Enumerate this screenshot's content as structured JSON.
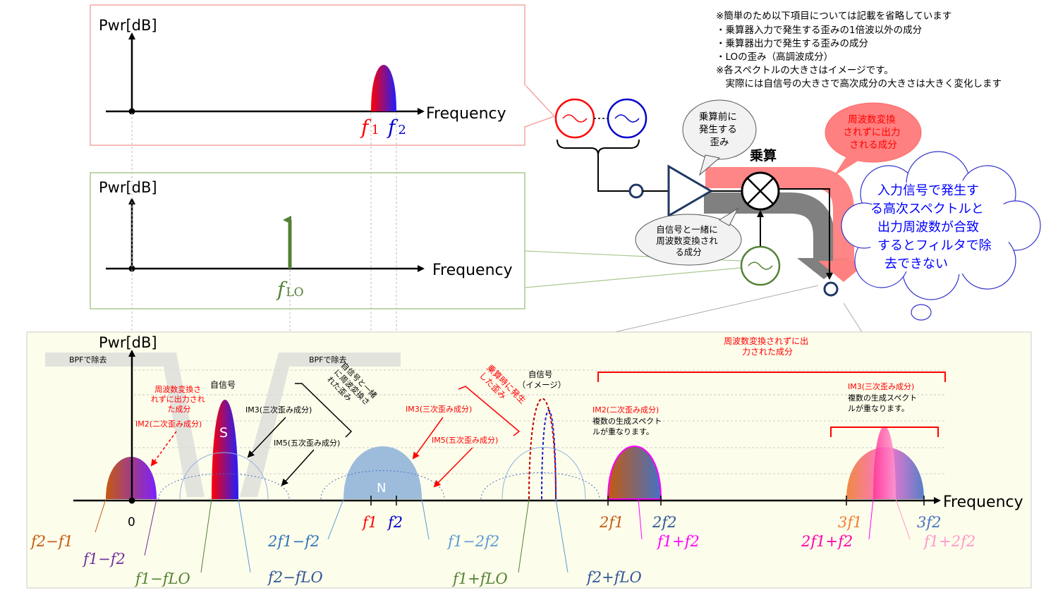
{
  "notes": {
    "lines": [
      "※簡単のため以下項目については記載を省略しています",
      "・乗算器入力で発生する歪みの1倍波以外の成分",
      "・乗算器出力で発生する歪みの成分",
      "・LOの歪み（高調波成分）",
      "※各スペクトルの大きさはイメージです。",
      "　実際には自信号の大きさで高次成分の大きさは大きく変化します"
    ]
  },
  "top_plot": {
    "ylabel": "Pwr[dB]",
    "xlabel": "Frequency",
    "f1": "f",
    "f1_sub": "1",
    "f2": "f",
    "f2_sub": "2"
  },
  "lo_plot": {
    "ylabel": "Pwr[dB]",
    "xlabel": "Frequency",
    "flo": "f",
    "flo_sub": "LO"
  },
  "block": {
    "bubble_pre": [
      "乗算前に",
      "発生する",
      "歪み"
    ],
    "bubble_unconverted": [
      "周波数変換",
      "されずに出力",
      "される成分"
    ],
    "mult_label": "乗算",
    "bubble_converted": [
      "自信号と一緒に",
      "周波数変換され",
      "る成分"
    ],
    "cloud": [
      "入力信号で発生す",
      "る高次スペクトルと",
      "出力周波数が合致",
      "するとフィルタで除",
      "去できない"
    ]
  },
  "bottom_plot": {
    "ylabel": "Pwr[dB]",
    "xlabel": "Frequency",
    "zero": "0",
    "bpf_left": "BPFで除去",
    "bpf_right": "BPFで除去",
    "label_self_signal": "自信号",
    "label_S": "S",
    "label_N": "N",
    "label_image": [
      "自信号",
      "（イメージ）"
    ],
    "label_unconv_im2_small": [
      "周波数変換さ",
      "れずに出力され",
      "た成分"
    ],
    "label_im2_small": "IM2(二次歪み成分)",
    "label_im3_black": "IM3(三次歪み成分)",
    "label_im5_black": "IM5(五次歪み成分)",
    "label_conv_black": [
      "自信号と一緒",
      "に周波変換さ",
      "れた歪み"
    ],
    "label_mult_red": [
      "乗算時に発生",
      "した歪み"
    ],
    "label_im3_red": "IM3(三次歪み成分)",
    "label_im5_red": "IM5(五次歪み成分)",
    "label_unconv_top": [
      "周波数変換されずに出",
      "力された成分"
    ],
    "label_im2_right": [
      "IM2(二次歪み成分)",
      "複数の生成スペクト",
      "ルが重なります。"
    ],
    "label_im3_right": [
      "IM3(三次歪み成分)",
      "複数の生成スペクト",
      "ルが重なります。"
    ],
    "ticks": {
      "f1": "f1",
      "f2": "f2",
      "f2_minus_f1": "f2−f1",
      "f1_minus_f2": "f1−f2",
      "f1_minus_flo": "f1−fLO",
      "f2_minus_flo": "f2−fLO",
      "2f1_minus_f2": "2f1−f2",
      "f1_minus_2f2": "f1−2f2",
      "f1_plus_flo": "f1+fLO",
      "f2_plus_flo": "f2+fLO",
      "2f1": "2f1",
      "2f2": "2f2",
      "f1_plus_f2": "f1+f2",
      "3f1": "3f1",
      "3f2": "3f2",
      "2f1_plus_f2": "2f1+f2",
      "f1_plus_2f2": "f1+2f2"
    }
  },
  "colors": {
    "f1": "#ff0000",
    "f2": "#0000cc",
    "lo": "#538135",
    "orange": "#c55a11",
    "purple": "#7030a0",
    "magenta": "#ff00ff",
    "pink": "#ff66cc",
    "blue_light": "#5b9bd5",
    "red_note": "#ff0000",
    "cloud_text": "#0000ff"
  }
}
